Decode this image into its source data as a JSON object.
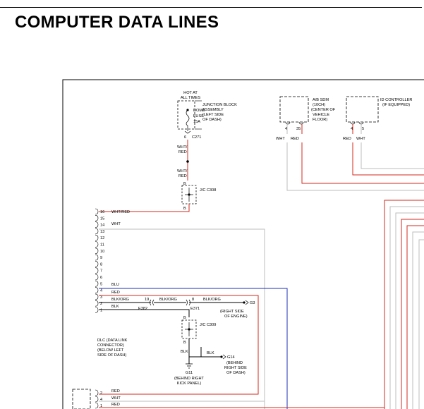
{
  "page": {
    "heading": "COMPUTER DATA LINES"
  },
  "colors": {
    "red": "#d32a1e",
    "blue": "#1f2fb8",
    "gray": "#bdbdbd",
    "black": "#000000"
  },
  "top": {
    "hot1": "HOT AT",
    "hot2": "ALL TIMES",
    "jb1": "JUNCTION BLOCK",
    "jb2": "ASSEMBLY",
    "jb3": "(LEFT SIDE",
    "jb4": "OF DASH)",
    "fuse1": "DOME",
    "fuse2": "FUSE",
    "fuse3": "15A",
    "pin6": "6",
    "c271": "C271",
    "wr1a": "WHT/",
    "wr1b": "RED",
    "wr2a": "WHT/",
    "wr2b": "RED",
    "jcB1": "B",
    "jc308": "J/C C308",
    "jcB2": "B"
  },
  "sdm": {
    "l1": "A/B SDM",
    "l2": "(10CH)",
    "l3": "(CENTER OF",
    "l4": "VEHICLE",
    "l5": "FLOOR)",
    "p1": "4",
    "p2": "35",
    "w1": "WHT",
    "w2": "RED"
  },
  "idc": {
    "l1": "ID CONTROLLER",
    "l2": "(IF EQUIPPED)",
    "p1": "4",
    "p2": "5",
    "w1": "RED",
    "w2": "WHT"
  },
  "dlc": {
    "pins": [
      "16",
      "15",
      "14",
      "13",
      "12",
      "11",
      "10",
      "9",
      "8",
      "7",
      "6",
      "5",
      "4",
      "3",
      "2",
      "1"
    ],
    "w16": "WHT/RED",
    "w14": "WHT",
    "w7": "BLU",
    "w6": "RED",
    "w5": "BLK/ORG",
    "w4": "BLK",
    "label1": "DLC (DATA LINK",
    "label2": "CONNECTOR)",
    "label3": "(BELOW LEFT",
    "label4": "SIDE OF DASH)"
  },
  "ground": {
    "p19": "19",
    "wire19": "BLK/ORG",
    "p8": "8",
    "wire8": "BLK/ORG",
    "g3": "G3",
    "rs1": "(RIGHT SIDE",
    "rs2": "OF ENGINE)",
    "e382": "E382",
    "e371": "E371",
    "jcB3": "B",
    "jc309": "J/C C309",
    "jcB4": "B",
    "blk1": "BLK",
    "blk2": "BLK",
    "g14": "G14",
    "g14a": "(BEHIND",
    "g14b": "RIGHT SIDE",
    "g14c": "OF DASH)",
    "g11": "G11",
    "g11a": "(BEHIND RIGHT",
    "g11b": "KICK PANEL)"
  },
  "bottom": {
    "p2": "2",
    "p4": "4",
    "p1": "1",
    "w2": "RED",
    "w4": "WHT",
    "w1": "RED"
  }
}
